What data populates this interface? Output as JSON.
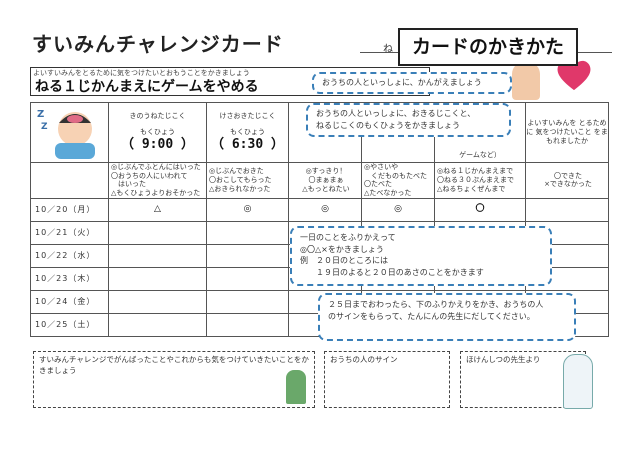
{
  "header": {
    "title": "すいみんチャレンジカード",
    "name_label": "ね",
    "howto_label": "カードのかきかた"
  },
  "goal": {
    "hint": "よいすいみんをとるために気をつけたいとおもうことをかきましょう",
    "text": "ねる１じかんまえにゲームをやめる"
  },
  "bubbles": {
    "think_together": "おうちの人といっしょに、かんがえましょう",
    "target_time": [
      "おうちの人といっしょに、おきるじこくと、",
      "ねるじこくのもくひょうをかきましょう"
    ],
    "reflect": [
      "一日のことをふりかえって",
      "◎〇△×をかきましょう",
      "例　２０日のところには",
      "　　１９日のよると２０日のあさのことをかきます"
    ],
    "finish": [
      "２５日までおわったら、下のふりかえりをかき、おうちの人",
      "のサインをもらって、たんにんの先生にだしてください。"
    ]
  },
  "table": {
    "columns": [
      {
        "title": "きのうねたじこく",
        "sub": "もくひょう",
        "time": "（ 9:00 ）",
        "legend": [
          "◎じぶんでふとんにはいった",
          "〇おうちの人にいわれて",
          "　はいった",
          "△もくひょうよりおそかった"
        ]
      },
      {
        "title": "けさおきたじこく",
        "sub": "もくひょう",
        "time": "（ 6:30 ）",
        "legend": [
          "◎じぶんでおきた",
          "〇おこしてもらった",
          "△おきられなかった"
        ]
      },
      {
        "title": "",
        "sub": "",
        "time": "",
        "legend": [
          "◎すっきり！",
          "〇まぁまぁ",
          "△もっとねたい"
        ]
      },
      {
        "title": "",
        "sub": "",
        "time": "",
        "legend": [
          "◎やさいや",
          "　くだものもたべた",
          "〇たべた",
          "△たべなかった"
        ]
      },
      {
        "title": "ゲームなど）",
        "sub": "",
        "time": "",
        "legend": [
          "◎ねる１じかんまえまで",
          "〇ねる３０ぷんまえまで",
          "△ねるちょくぜんまで"
        ]
      },
      {
        "title": "よいすいみんを とるために 気をつけたいこと をまもれましたか",
        "sub": "",
        "time": "",
        "legend": [
          "〇できた",
          "×できなかった"
        ]
      }
    ],
    "rows": [
      {
        "date": "10／20（月）",
        "marks": [
          "△",
          "◎",
          "◎",
          "◎",
          "〇",
          ""
        ]
      },
      {
        "date": "10／21（火）",
        "marks": [
          "",
          "",
          "",
          "",
          "",
          ""
        ]
      },
      {
        "date": "10／22（水）",
        "marks": [
          "",
          "",
          "",
          "",
          "",
          ""
        ]
      },
      {
        "date": "10／23（木）",
        "marks": [
          "",
          "",
          "",
          "",
          "",
          ""
        ]
      },
      {
        "date": "10／24（金）",
        "marks": [
          "",
          "",
          "",
          "",
          "",
          ""
        ]
      },
      {
        "date": "10／25（土）",
        "marks": [
          "",
          "",
          "",
          "",
          "",
          ""
        ]
      }
    ]
  },
  "footer": {
    "reflection": "すいみんチャレンジでがんばったことやこれからも気をつけていきたいことをかきましょう",
    "parent_sign": "おうちの人のサイン",
    "nurse": "ほけんしつの先生より"
  },
  "colors": {
    "bubble": "#3a7fb8",
    "heart": "#e0386a"
  }
}
